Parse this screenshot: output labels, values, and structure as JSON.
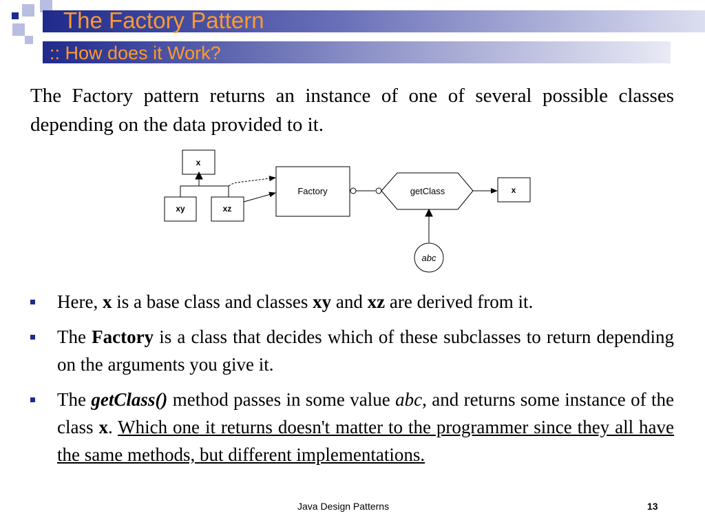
{
  "slide": {
    "title": "The Factory Pattern",
    "subtitle": ":: How does it Work?",
    "intro": "The Factory pattern returns an instance of one of several possible classes depending on the data provided to it.",
    "diagram": {
      "base_class": "x",
      "subclass_1": "xy",
      "subclass_2": "xz",
      "factory": "Factory",
      "method": "getClass",
      "returned": "x",
      "argument": "abc"
    },
    "bullets": {
      "b1": {
        "t1": "Here, ",
        "b1": "x",
        "t2": " is a base class and classes ",
        "b2": "xy",
        "t3": " and ",
        "b3": "xz",
        "t4": " are derived from it."
      },
      "b2": {
        "t1": "The ",
        "b1": "Factory",
        "t2": " is a class that decides which of these subclasses to return depending on the arguments you give it."
      },
      "b3": {
        "t1": "The ",
        "bi1": "getClass()",
        "t2": " method passes in some value ",
        "i1": "abc",
        "t3": ", and returns some instance of the class ",
        "b1": "x",
        "t4": ". ",
        "u1": "Which one it returns doesn't matter to the programmer since they all have the same methods, but different implementations."
      }
    },
    "footer": {
      "title": "Java Design Patterns",
      "page": "13"
    }
  },
  "colors": {
    "navy": "#1f2a8c",
    "title_orange": "#ff9a2e",
    "lavender": "#b9bde0"
  }
}
